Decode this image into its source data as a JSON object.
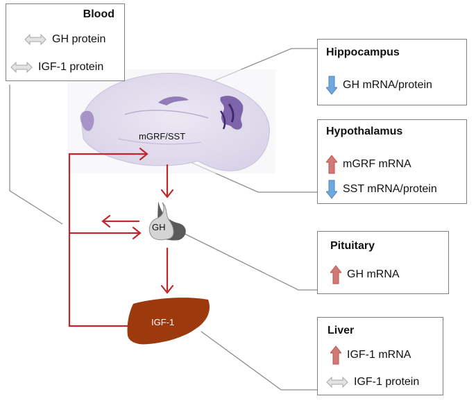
{
  "blood": {
    "title": "Blood",
    "items": [
      {
        "icon": "double-arrow-icon",
        "label": "GH protein"
      },
      {
        "icon": "double-arrow-icon",
        "label": "IGF-1 protein"
      }
    ]
  },
  "hippocampus": {
    "title": "Hippocampus",
    "items": [
      {
        "icon": "down-arrow-icon",
        "label": "GH mRNA/protein"
      }
    ]
  },
  "hypothalamus": {
    "title": "Hypothalamus",
    "items": [
      {
        "icon": "up-arrow-icon",
        "label": "mGRF mRNA"
      },
      {
        "icon": "down-arrow-icon",
        "label": "SST mRNA/protein"
      }
    ]
  },
  "pituitary": {
    "title": "Pituitary",
    "items": [
      {
        "icon": "up-arrow-icon",
        "label": "GH mRNA"
      }
    ]
  },
  "liver": {
    "title": "Liver",
    "items": [
      {
        "icon": "up-arrow-icon",
        "label": "IGF-1 mRNA"
      },
      {
        "icon": "double-arrow-icon",
        "label": "IGF-1 protein"
      }
    ]
  },
  "diagram": {
    "brain_label": "mGRF/SST",
    "pituitary_label": "GH",
    "liver_label": "IGF-1"
  },
  "colors": {
    "pathway_red": "#c0272d",
    "up_arrow": "#c0504d",
    "down_arrow": "#4f81bd",
    "neutral_arrow": "#a6a6a6",
    "liver_fill": "#9c3a0e",
    "box_border": "#7f7f7f"
  }
}
